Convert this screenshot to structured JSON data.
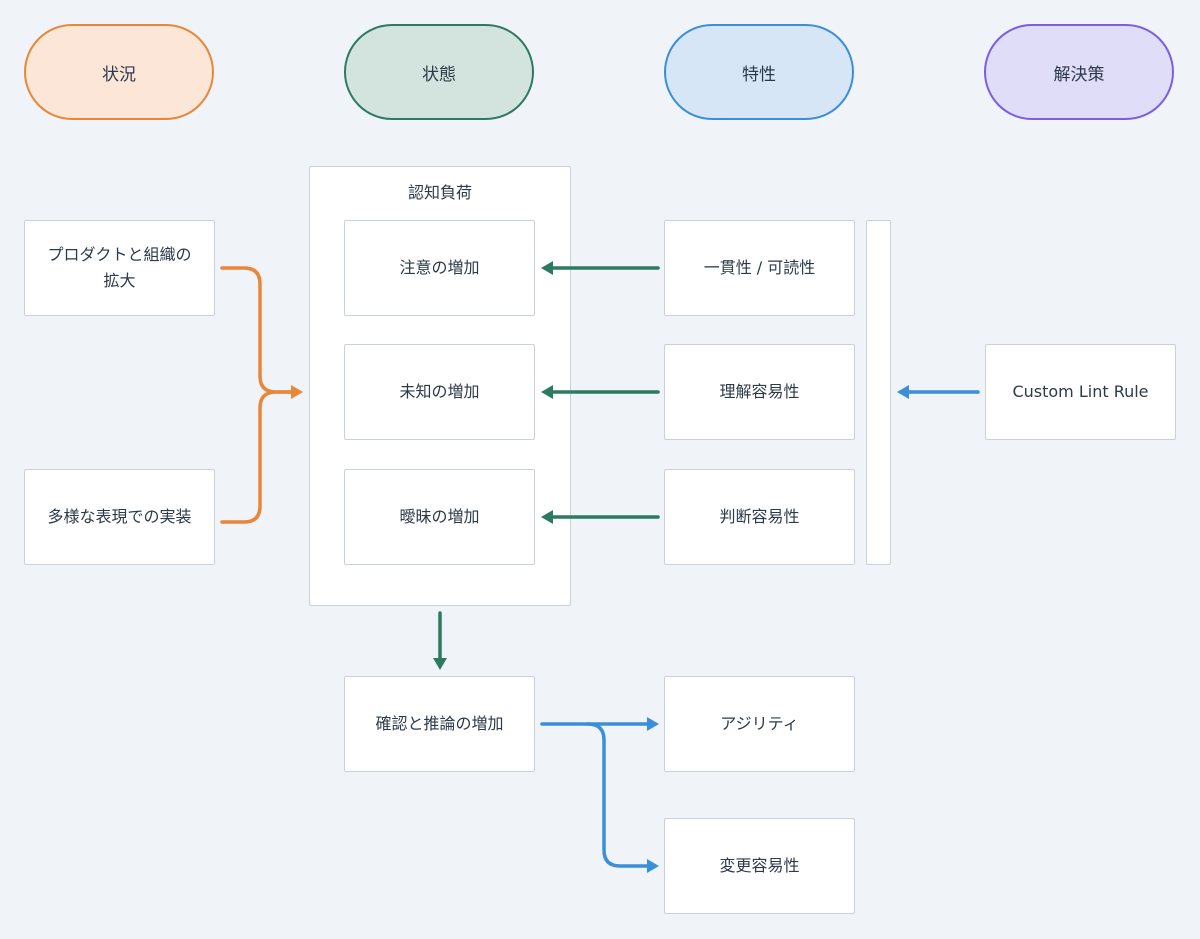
{
  "headers": {
    "situation": "状況",
    "state": "状態",
    "property": "特性",
    "solution": "解決策"
  },
  "situations": {
    "growth": "プロダクトと組織の\n拡大",
    "diverse": "多様な表現での実装"
  },
  "cognitive_load": {
    "label": "認知負荷",
    "attention": "注意の増加",
    "unknown": "未知の増加",
    "ambiguity": "曖昧の増加"
  },
  "properties": {
    "consistency": "一貫性 / 可読性",
    "understandability": "理解容易性",
    "decidability": "判断容易性"
  },
  "solution": {
    "custom_lint": "Custom Lint Rule"
  },
  "outcome": {
    "verification": "確認と推論の増加",
    "agility": "アジリティ",
    "changeability": "変更容易性"
  },
  "colors": {
    "orange": "#e8873a",
    "green": "#2c7a62",
    "blue": "#3b8fd9",
    "purple": "#7b5fe0"
  }
}
